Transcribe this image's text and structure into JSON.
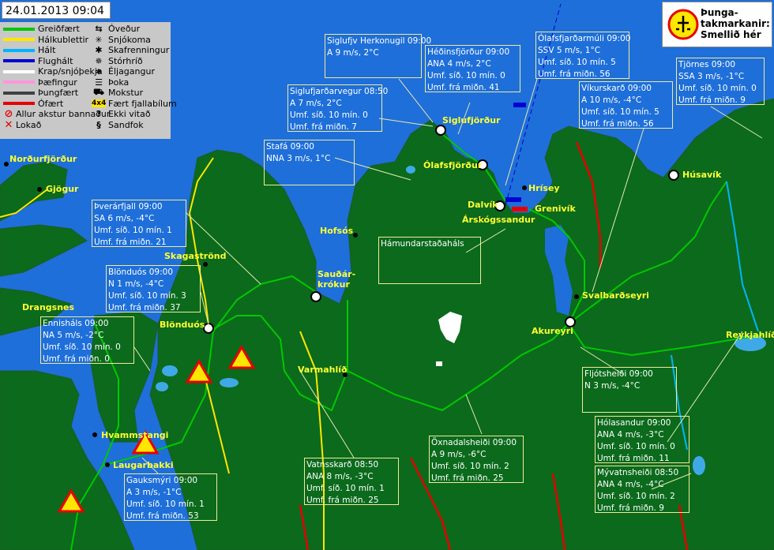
{
  "timestamp": "24.01.2013 09:04",
  "legend": {
    "road_conditions": [
      {
        "label": "Greiðfært",
        "color": "#00c800"
      },
      {
        "label": "Hálkublettir",
        "color": "#ffe600"
      },
      {
        "label": "Hált",
        "color": "#00b4ff"
      },
      {
        "label": "Flughált",
        "color": "#0000d2"
      },
      {
        "label": "Krap/snjóþekja",
        "color": "#ffffff"
      },
      {
        "label": "Þæfingur",
        "color": "#ff96dc"
      },
      {
        "label": "Þungfært",
        "color": "#404040"
      },
      {
        "label": "Ófært",
        "color": "#e60000"
      },
      {
        "label": "Allur akstur bannaður",
        "color": "#e60000"
      },
      {
        "label": "Lokað",
        "color": "#e60000"
      }
    ],
    "weather": [
      {
        "label": "Óveður",
        "icon": "storm-icon"
      },
      {
        "label": "Snjókoma",
        "icon": "snowflake-icon"
      },
      {
        "label": "Skafrenningur",
        "icon": "drifting-snow-icon"
      },
      {
        "label": "Stórhríð",
        "icon": "blizzard-icon"
      },
      {
        "label": "Éljagangur",
        "icon": "snow-showers-icon"
      },
      {
        "label": "Þoka",
        "icon": "fog-icon"
      },
      {
        "label": "Mokstur",
        "icon": "plowing-icon"
      },
      {
        "label": "Fært fjallabílum",
        "icon": "4x4-icon"
      },
      {
        "label": "Ekki vitað",
        "icon": "unknown-icon"
      },
      {
        "label": "Sandfok",
        "icon": "sandstorm-icon"
      }
    ]
  },
  "badge": {
    "line1": "Þunga-",
    "line2": "takmarkanir:",
    "line3": "Smellið hér"
  },
  "stations": [
    {
      "id": "siglufjv",
      "lines": [
        "Siglufjv Herkonugil 09:00",
        "A 9 m/s, 2°C"
      ]
    },
    {
      "id": "hedinsfjordur",
      "lines": [
        "Héðinsfjörður 09:00",
        "ANA 4 m/s, 2°C",
        "Umf. síð. 10 mín. 0",
        "Umf. frá miðn. 41"
      ]
    },
    {
      "id": "olafsfjardarmuli",
      "lines": [
        "Ólafsfjarðarmúli 09:00",
        "SSV 5 m/s, 1°C",
        "Umf. síð. 10 mín. 5",
        "Umf. frá miðn. 56"
      ]
    },
    {
      "id": "tjornes",
      "lines": [
        "Tjörnes 09:00",
        "SSA 3 m/s, -1°C",
        "Umf. síð. 10 mín. 0",
        "Umf. frá miðn. 9"
      ]
    },
    {
      "id": "siglufjardarvegur",
      "lines": [
        "Siglufjarðarvegur 08:50",
        "A 7 m/s, 2°C",
        "Umf. síð. 10 mín. 0",
        "Umf. frá miðn. 7"
      ]
    },
    {
      "id": "vikurskard",
      "lines": [
        "Víkurskarð 09:00",
        "A 10 m/s, -4°C",
        "Umf. síð. 10 mín. 5",
        "Umf. frá miðn. 56"
      ]
    },
    {
      "id": "stafa",
      "lines": [
        "Stafá 09:00",
        "NNA 3 m/s, 1°C"
      ]
    },
    {
      "id": "hamundarstadahals",
      "lines": [
        "Hámundarstaðaháls"
      ]
    },
    {
      "id": "thverarfjall",
      "lines": [
        "Þverárfjall 09:00",
        "SA 6 m/s, -4°C",
        "Umf. síð. 10 mín. 1",
        "Umf. frá miðn. 21"
      ]
    },
    {
      "id": "blonduos",
      "lines": [
        "Blönduós 09:00",
        "N 1 m/s, -4°C",
        "Umf. síð. 10 mín. 3",
        "Umf. frá miðn. 37"
      ]
    },
    {
      "id": "ennishals",
      "lines": [
        "Ennisháls 09:00",
        "NA 5 m/s, -2°C",
        "Umf. síð. 10 mín. 0",
        "Umf. frá miðn. 0"
      ]
    },
    {
      "id": "fljotsheidi",
      "lines": [
        "Fljótsheiði 09:00",
        "N 3 m/s, -4°C"
      ]
    },
    {
      "id": "holasandur",
      "lines": [
        "Hólasandur 09:00",
        "ANA 4 m/s, -3°C",
        "Umf. síð. 10 mín. 0",
        "Umf. frá miðn. 11"
      ]
    },
    {
      "id": "oxnadalsheidi",
      "lines": [
        "Öxnadalsheiði 09:00",
        "A 9 m/s, -6°C",
        "Umf. síð. 10 mín. 2",
        "Umf. frá miðn. 25"
      ]
    },
    {
      "id": "vatnsskard",
      "lines": [
        "Vatnsskarð 08:50",
        "ANA 8 m/s, -3°C",
        "Umf. síð. 10 mín. 1",
        "Umf. frá miðn. 25"
      ]
    },
    {
      "id": "myvatnsheidi",
      "lines": [
        "Mývatnsheiði 08:50",
        "ANA 4 m/s, -4°C",
        "Umf. síð. 10 mín. 2",
        "Umf. frá miðn. 9"
      ]
    },
    {
      "id": "gauksmyri",
      "lines": [
        "Gauksmýri 09:00",
        "A 3 m/s, -1°C",
        "Umf. síð. 10 mín. 1",
        "Umf. frá miðn. 53"
      ]
    }
  ],
  "places": [
    {
      "id": "nordurfjordur",
      "name": "Norðurfjörður"
    },
    {
      "id": "gjogur",
      "name": "Gjögur"
    },
    {
      "id": "drangsnes",
      "name": "Drangsnes"
    },
    {
      "id": "skagastrond",
      "name": "Skagaströnd"
    },
    {
      "id": "blonduos",
      "name": "Blönduós"
    },
    {
      "id": "hvammstangi",
      "name": "Hvammstangi"
    },
    {
      "id": "laugarbakki",
      "name": "Laugarbakki"
    },
    {
      "id": "hofsos",
      "name": "Hofsós"
    },
    {
      "id": "saudarkrokur1",
      "name": "Sauðár-"
    },
    {
      "id": "saudarkrokur2",
      "name": "krókur"
    },
    {
      "id": "varmahlid",
      "name": "Varmahlíð"
    },
    {
      "id": "siglufjordur",
      "name": "Siglufjörður"
    },
    {
      "id": "olafsfjordur",
      "name": "Ólafsfjörður"
    },
    {
      "id": "dalvik",
      "name": "Dalvík"
    },
    {
      "id": "hrisey",
      "name": "Hrísey"
    },
    {
      "id": "arskogssandur",
      "name": "Árskógssandur"
    },
    {
      "id": "grenivik",
      "name": "Grenivík"
    },
    {
      "id": "svalbardseyri",
      "name": "Svalbarðseyri"
    },
    {
      "id": "akureyri",
      "name": "Akureyri"
    },
    {
      "id": "husavik",
      "name": "Húsavík"
    },
    {
      "id": "reykjahlid",
      "name": "Reykjahlíð"
    }
  ]
}
